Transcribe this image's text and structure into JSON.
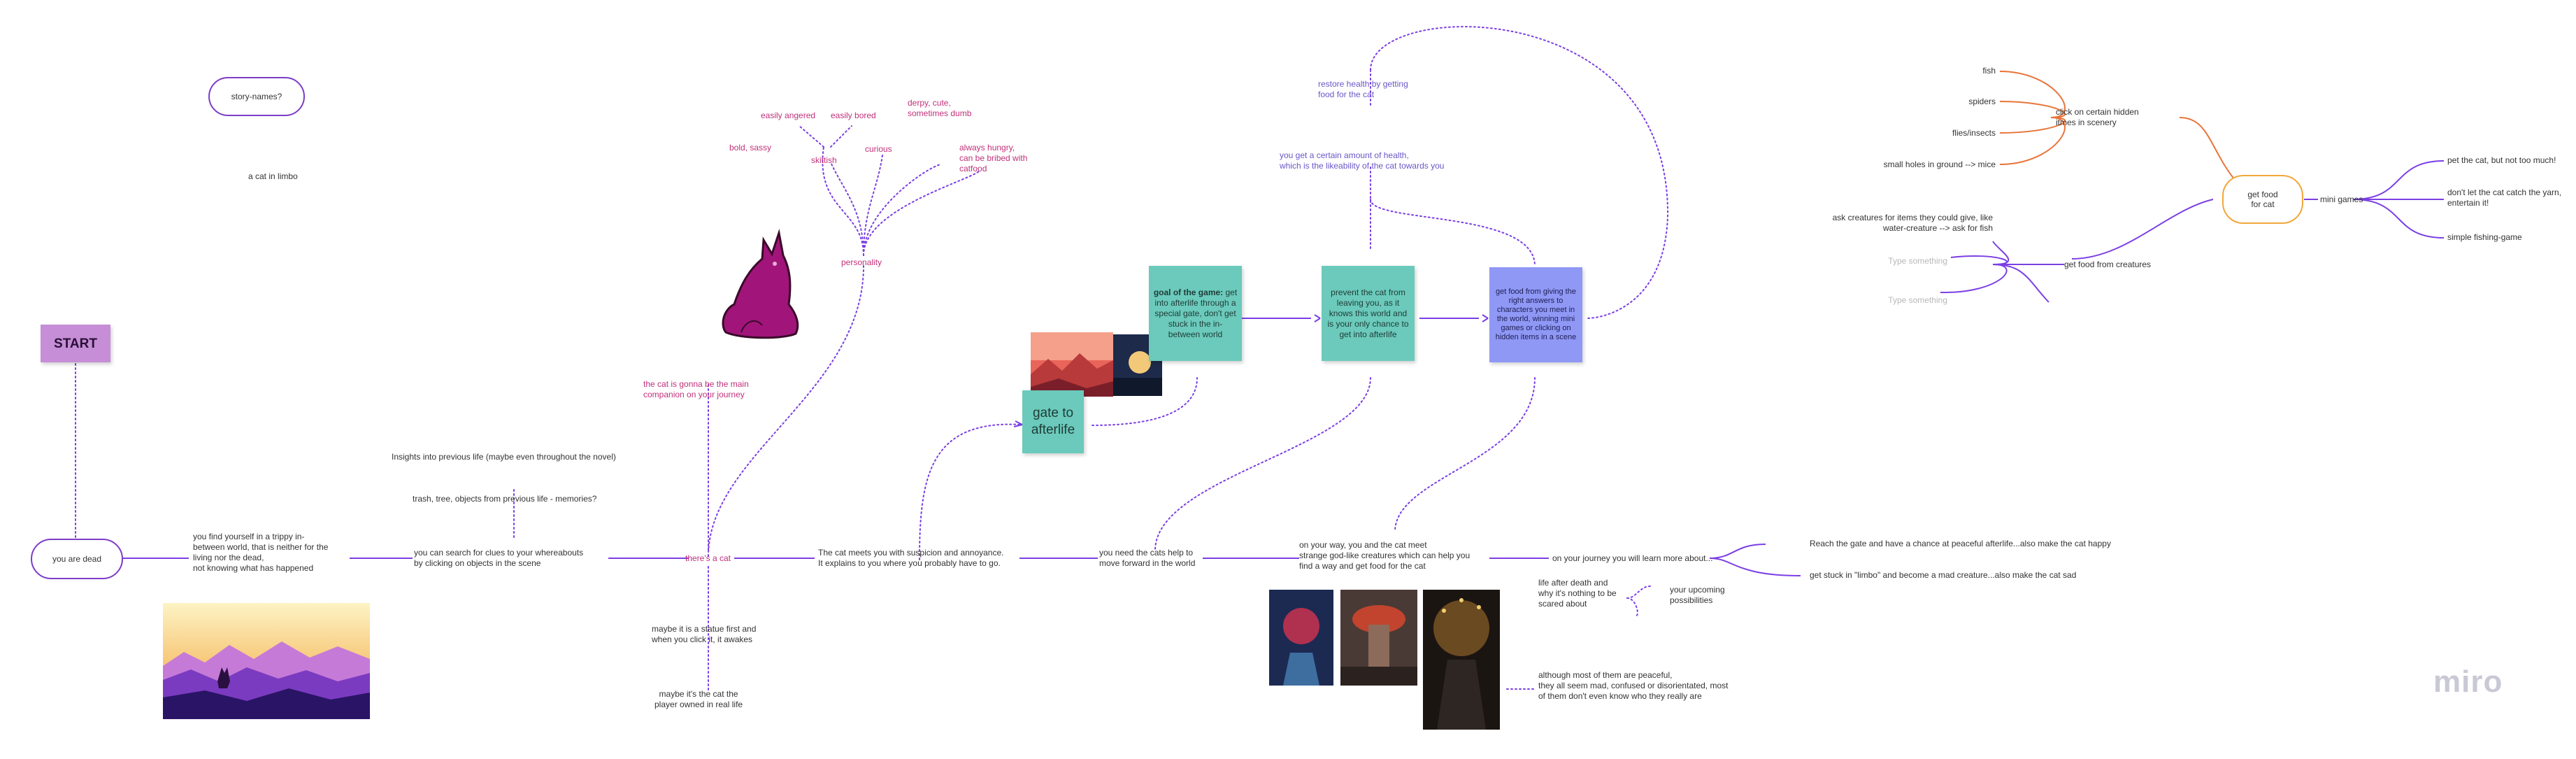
{
  "board": {
    "logo": "miro",
    "start": "START",
    "you_are_dead": "you are dead",
    "story_names": "story-names?",
    "a_cat_in_limbo": "a cat in limbo",
    "intro_1": "you find yourself in a trippy in-",
    "intro_2": "between world, that is neither for the",
    "intro_3": "living nor the dead,",
    "intro_4": "not knowing what has happened",
    "insights": "Insights into previous life (maybe even throughout the novel)",
    "trash": "trash, tree, objects from previous life - memories?",
    "search_1": "you can search for clues to your whereabouts",
    "search_2": "by clicking on objects in the scene",
    "theres_a_cat": "there's a cat",
    "companion_1": "the cat is gonna be the main",
    "companion_2": "companion on your journey",
    "statue_1": "maybe it is a statue first and",
    "statue_2": "when you click it, it awakes",
    "owned_1": "maybe it's the cat the",
    "owned_2": "player owned in real life",
    "personality": "personality",
    "trait_angered": "easily angered",
    "trait_bored": "easily bored",
    "trait_derpy_1": "derpy, cute,",
    "trait_derpy_2": "sometimes dumb",
    "trait_bold": "bold, sassy",
    "trait_skittish": "skittish",
    "trait_curious": "curious",
    "trait_hungry_1": "always hungry,",
    "trait_hungry_2": "can be bribed with",
    "trait_hungry_3": "catfood",
    "meets_1": "The cat meets you with suspicion and annoyance.",
    "meets_2": "It explains to you where you probably have to go.",
    "need_help_1": "you need the cats help to",
    "need_help_2": "move forward in the world",
    "gate_1": "gate to",
    "gate_2": "afterlife",
    "goal_bold": "goal of the game:",
    "goal_rest": "get into afterlife through a special gate, don't get stuck in the in-between world",
    "prevent": "prevent the cat from leaving you, as it knows this world and is your only chance to get into afterlife",
    "food_giving": "get food from giving the right answers to characters you meet in the world, winning mini games or clicking on hidden items in a scene",
    "health_1": "you get a certain amount of health,",
    "health_2": "which is the likeability of the cat towards you",
    "restore_1": "restore health by getting",
    "restore_2": "food for the cat",
    "onway_1": "on your way, you and the cat meet",
    "onway_2": "strange god-like creatures which can help you",
    "onway_3": "find a way and get food for the cat",
    "learn_more": "on your journey you will learn more about...",
    "life_after_1": "life after death and",
    "life_after_2": "why it's nothing to be",
    "life_after_3": "scared about",
    "upcoming_1": "your upcoming",
    "upcoming_2": "possibilities",
    "peaceful_1": "although most of them are peaceful,",
    "peaceful_2": "they all seem mad, confused or disorientated, most",
    "peaceful_3": "of them don't even know who they really are",
    "ending_happy": "Reach the gate and have a chance at peaceful afterlife...also make the cat happy",
    "ending_sad": "get stuck in \"limbo\" and become a mad creature...also make the cat sad",
    "get_food_1": "get food",
    "get_food_2": "for cat",
    "mini_games": "mini games",
    "mg_pet": "pet the cat, but not too much!",
    "mg_yarn_1": "don't let the cat catch the yarn,",
    "mg_yarn_2": "entertain it!",
    "mg_fishing": "simple fishing-game",
    "hidden_1": "click on certain hidden",
    "hidden_2": "itmes in scenery",
    "fish": "fish",
    "spiders": "spiders",
    "flies": "flies/insects",
    "holes": "small holes in ground --> mice",
    "from_creatures": "get food from creatures",
    "ask_1": "ask creatures for items they could give, like",
    "ask_2": "water-creature --> ask for fish",
    "type_1": "Type something",
    "type_2": "Type something"
  },
  "colors": {
    "connector": "#7b3fe4",
    "pink_text": "#c0307a",
    "orange": "#e8753a",
    "sticky_teal": "#6bcabb",
    "sticky_blue": "#8f98f5",
    "sticky_purple": "#c58ed6",
    "cat_magenta": "#a1157a"
  }
}
